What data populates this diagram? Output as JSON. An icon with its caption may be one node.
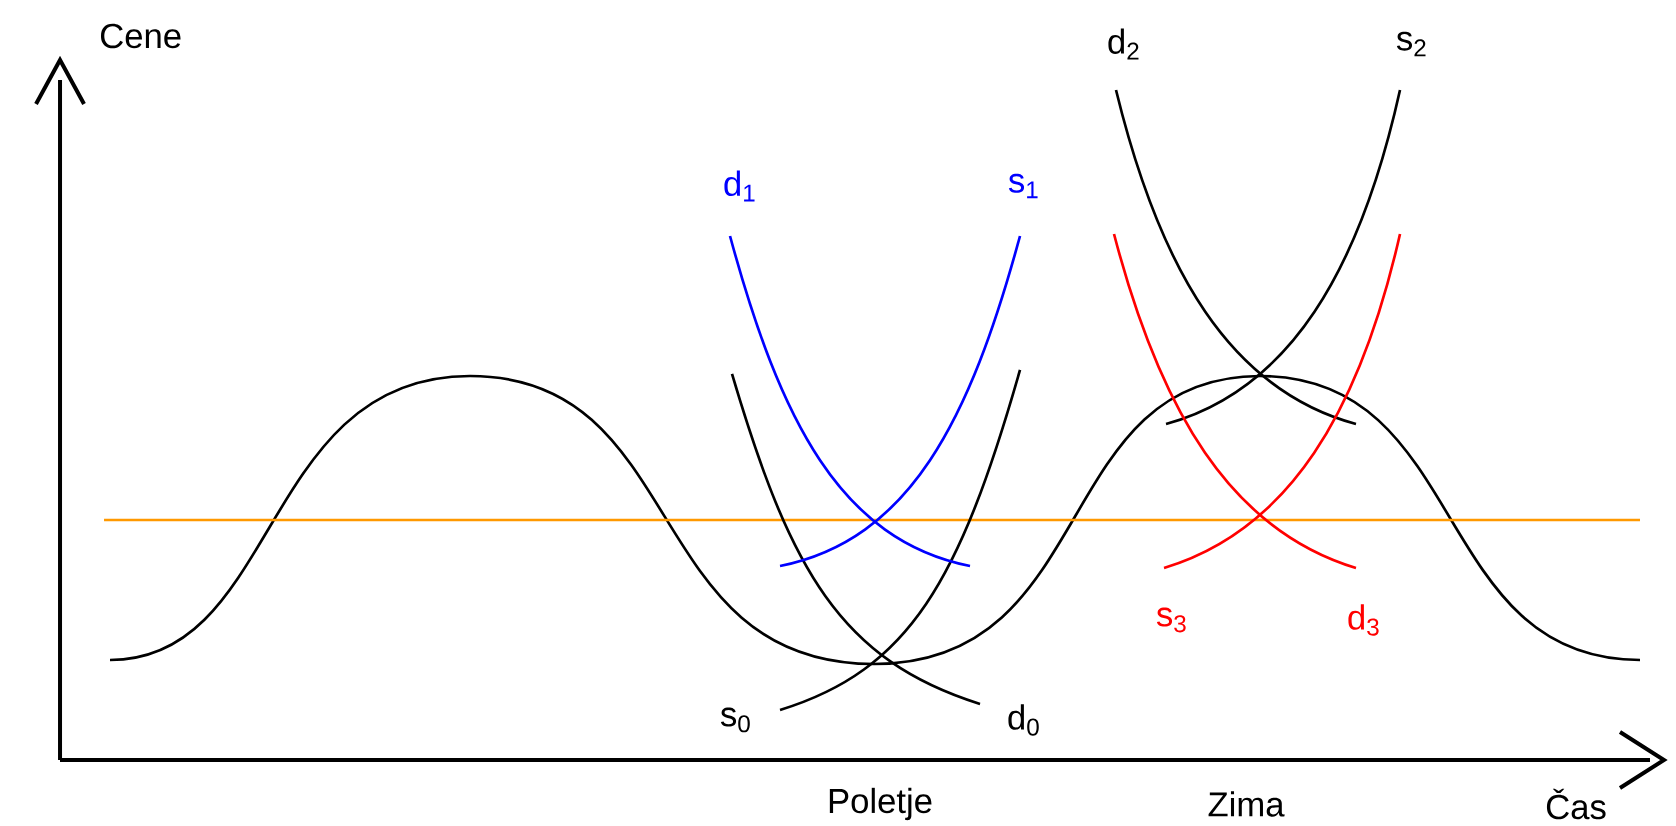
{
  "diagram": {
    "labels": [
      "Cene",
      "d$_{2}$",
      "s$_{2}$",
      "d$_{1}$",
      "s$_{1}$",
      "s$_{3}$",
      "d$_{3}$",
      "s$_{0}$",
      "d$_{0}$",
      "Poletje",
      "Zima",
      "Čas"
    ]
  }
}
